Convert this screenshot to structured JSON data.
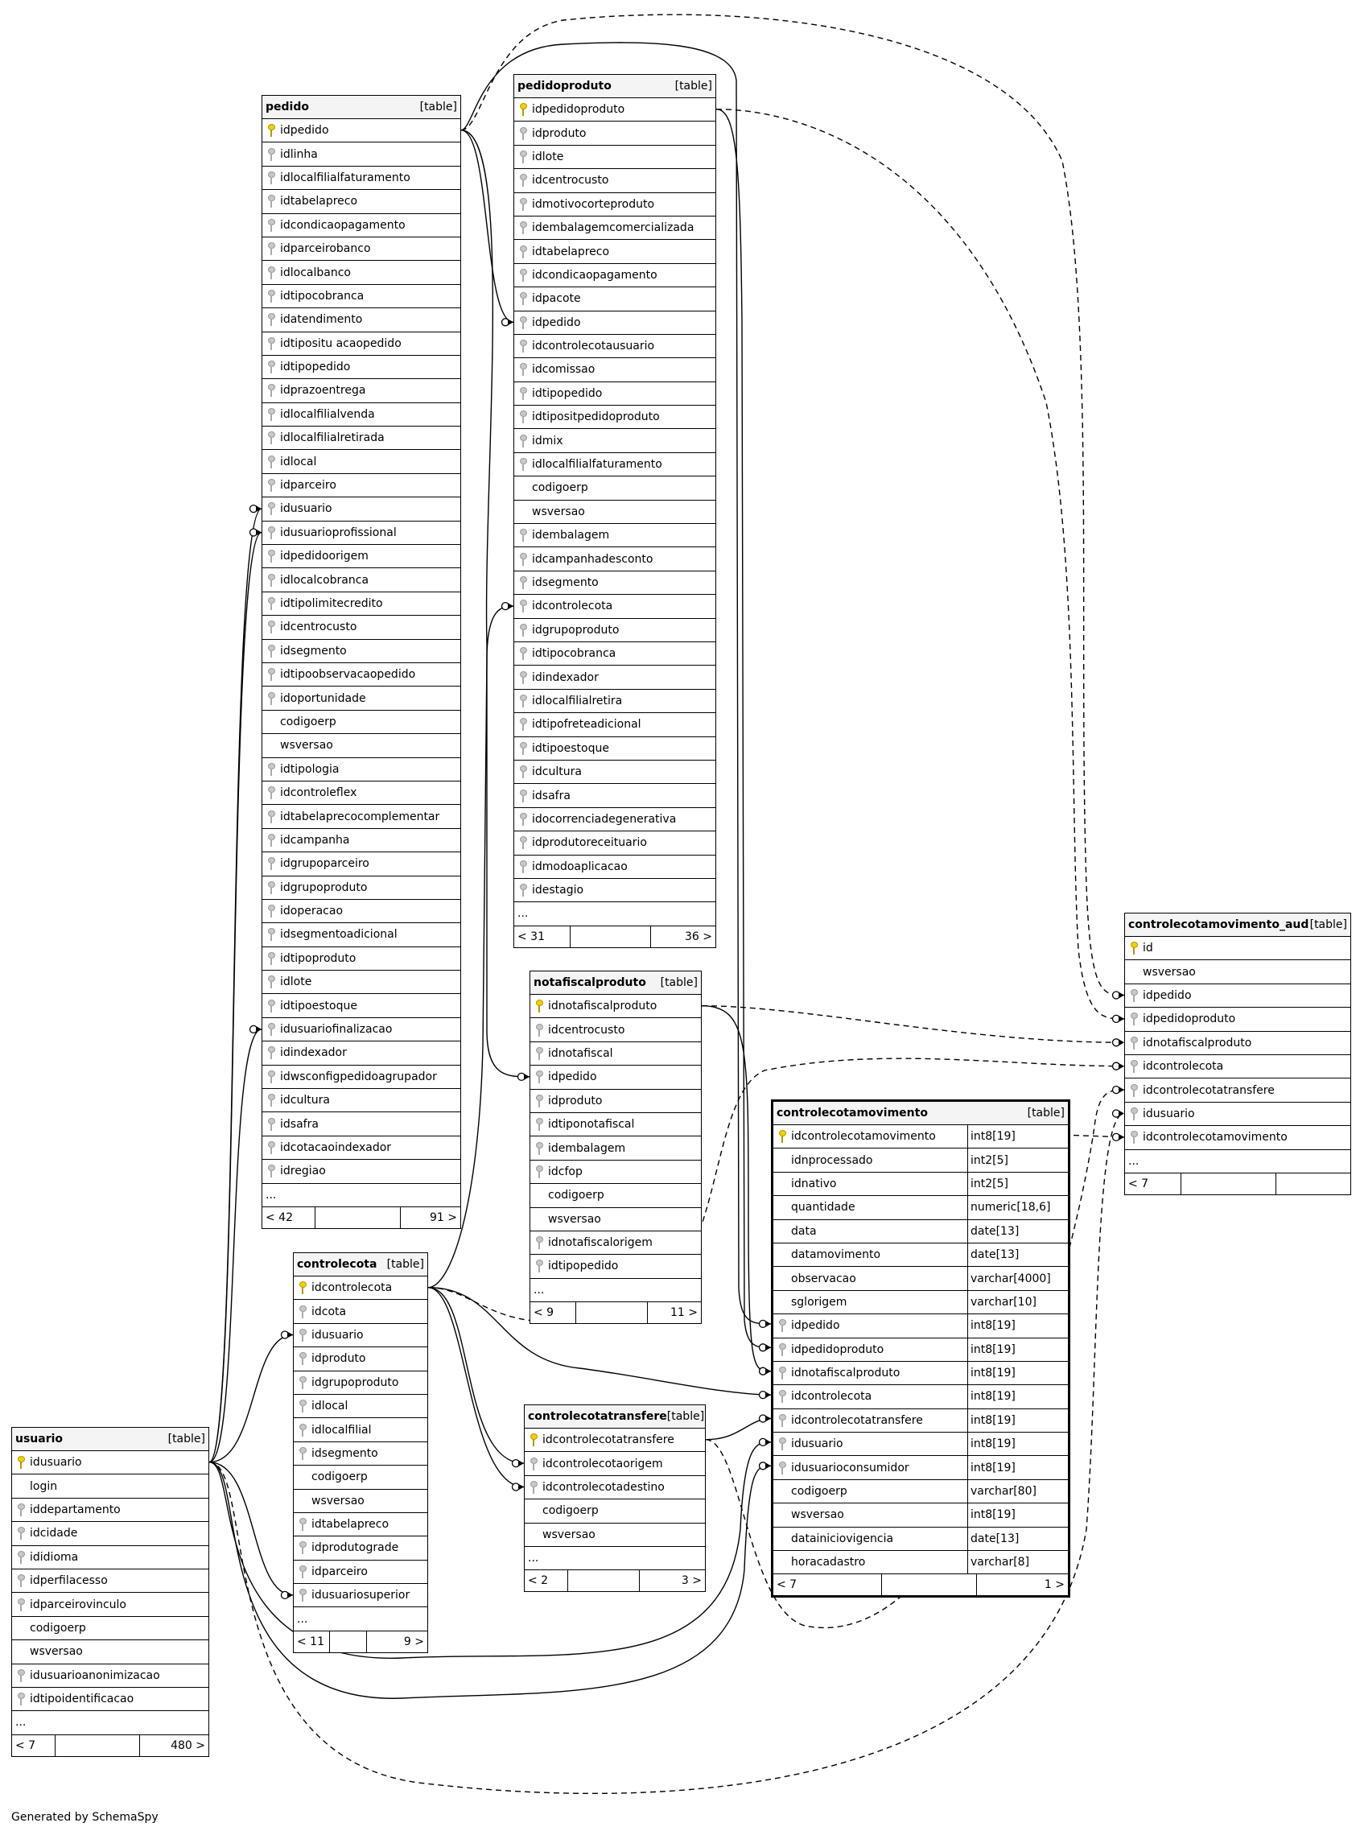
{
  "generated_by": "Generated by SchemaSpy",
  "tables": [
    {
      "name": "pedido",
      "type": "[table]",
      "focus": false,
      "columns": [
        {
          "name": "idpedido",
          "key": "pk"
        },
        {
          "name": "idlinha",
          "key": "fk"
        },
        {
          "name": "idlocalfilialfaturamento",
          "key": "fk"
        },
        {
          "name": "idtabelapreco",
          "key": "fk"
        },
        {
          "name": "idcondicaopagamento",
          "key": "fk"
        },
        {
          "name": "idparceirobanco",
          "key": "fk"
        },
        {
          "name": "idlocalbanco",
          "key": "fk"
        },
        {
          "name": "idtipocobranca",
          "key": "fk"
        },
        {
          "name": "idatendimento",
          "key": "fk"
        },
        {
          "name": "idtipositu acaopedido",
          "key": "fk"
        },
        {
          "name": "idtipopedido",
          "key": "fk"
        },
        {
          "name": "idprazoentrega",
          "key": "fk"
        },
        {
          "name": "idlocalfilialvenda",
          "key": "fk"
        },
        {
          "name": "idlocalfilialretirada",
          "key": "fk"
        },
        {
          "name": "idlocal",
          "key": "fk"
        },
        {
          "name": "idparceiro",
          "key": "fk"
        },
        {
          "name": "idusuario",
          "key": "fk"
        },
        {
          "name": "idusuarioprofissional",
          "key": "fk"
        },
        {
          "name": "idpedidoorigem",
          "key": "fk"
        },
        {
          "name": "idlocalcobranca",
          "key": "fk"
        },
        {
          "name": "idtipolimitecredito",
          "key": "fk"
        },
        {
          "name": "idcentrocusto",
          "key": "fk"
        },
        {
          "name": "idsegmento",
          "key": "fk"
        },
        {
          "name": "idtipoobservacaopedido",
          "key": "fk"
        },
        {
          "name": "idoportunidade",
          "key": "fk"
        },
        {
          "name": "codigoerp",
          "key": ""
        },
        {
          "name": "wsversao",
          "key": ""
        },
        {
          "name": "idtipologia",
          "key": "fk"
        },
        {
          "name": "idcontroleflex",
          "key": "fk"
        },
        {
          "name": "idtabelaprecocomplementar",
          "key": "fk"
        },
        {
          "name": "idcampanha",
          "key": "fk"
        },
        {
          "name": "idgrupoparceiro",
          "key": "fk"
        },
        {
          "name": "idgrupoproduto",
          "key": "fk"
        },
        {
          "name": "idoperacao",
          "key": "fk"
        },
        {
          "name": "idsegmentoadicional",
          "key": "fk"
        },
        {
          "name": "idtipoproduto",
          "key": "fk"
        },
        {
          "name": "idlote",
          "key": "fk"
        },
        {
          "name": "idtipoestoque",
          "key": "fk"
        },
        {
          "name": "idusuariofinalizacao",
          "key": "fk"
        },
        {
          "name": "idindexador",
          "key": "fk"
        },
        {
          "name": "idwsconfigpedidoagrupador",
          "key": "fk"
        },
        {
          "name": "idcultura",
          "key": "fk"
        },
        {
          "name": "idsafra",
          "key": "fk"
        },
        {
          "name": "idcotacaoindexador",
          "key": "fk"
        },
        {
          "name": "idregiao",
          "key": "fk"
        }
      ],
      "more": "...",
      "footer": {
        "left": "< 42",
        "mid": "",
        "right": "91 >"
      }
    },
    {
      "name": "pedidoproduto",
      "type": "[table]",
      "focus": false,
      "columns": [
        {
          "name": "idpedidoproduto",
          "key": "pk"
        },
        {
          "name": "idproduto",
          "key": "fk"
        },
        {
          "name": "idlote",
          "key": "fk"
        },
        {
          "name": "idcentrocusto",
          "key": "fk"
        },
        {
          "name": "idmotivocorteproduto",
          "key": "fk"
        },
        {
          "name": "idembalagemcomercializada",
          "key": "fk"
        },
        {
          "name": "idtabelapreco",
          "key": "fk"
        },
        {
          "name": "idcondicaopagamento",
          "key": "fk"
        },
        {
          "name": "idpacote",
          "key": "fk"
        },
        {
          "name": "idpedido",
          "key": "fk"
        },
        {
          "name": "idcontrolecotausuario",
          "key": "fk"
        },
        {
          "name": "idcomissao",
          "key": "fk"
        },
        {
          "name": "idtipopedido",
          "key": "fk"
        },
        {
          "name": "idtipositpedidoproduto",
          "key": "fk"
        },
        {
          "name": "idmix",
          "key": "fk"
        },
        {
          "name": "idlocalfilialfaturamento",
          "key": "fk"
        },
        {
          "name": "codigoerp",
          "key": ""
        },
        {
          "name": "wsversao",
          "key": ""
        },
        {
          "name": "idembalagem",
          "key": "fk"
        },
        {
          "name": "idcampanhadesconto",
          "key": "fk"
        },
        {
          "name": "idsegmento",
          "key": "fk"
        },
        {
          "name": "idcontrolecota",
          "key": "fk"
        },
        {
          "name": "idgrupoproduto",
          "key": "fk"
        },
        {
          "name": "idtipocobranca",
          "key": "fk"
        },
        {
          "name": "idindexador",
          "key": "fk"
        },
        {
          "name": "idlocalfilialretira",
          "key": "fk"
        },
        {
          "name": "idtipofreteadicional",
          "key": "fk"
        },
        {
          "name": "idtipoestoque",
          "key": "fk"
        },
        {
          "name": "idcultura",
          "key": "fk"
        },
        {
          "name": "idsafra",
          "key": "fk"
        },
        {
          "name": "idocorrenciadegenerativa",
          "key": "fk"
        },
        {
          "name": "idprodutoreceituario",
          "key": "fk"
        },
        {
          "name": "idmodoaplicacao",
          "key": "fk"
        },
        {
          "name": "idestagio",
          "key": "fk"
        }
      ],
      "more": "...",
      "footer": {
        "left": "< 31",
        "mid": "",
        "right": "36 >"
      }
    },
    {
      "name": "notafiscalproduto",
      "type": "[table]",
      "focus": false,
      "columns": [
        {
          "name": "idnotafiscalproduto",
          "key": "pk"
        },
        {
          "name": "idcentrocusto",
          "key": "fk"
        },
        {
          "name": "idnotafiscal",
          "key": "fk"
        },
        {
          "name": "idpedido",
          "key": "fk"
        },
        {
          "name": "idproduto",
          "key": "fk"
        },
        {
          "name": "idtiponotafiscal",
          "key": "fk"
        },
        {
          "name": "idembalagem",
          "key": "fk"
        },
        {
          "name": "idcfop",
          "key": "fk"
        },
        {
          "name": "codigoerp",
          "key": ""
        },
        {
          "name": "wsversao",
          "key": ""
        },
        {
          "name": "idnotafiscalorigem",
          "key": "fk"
        },
        {
          "name": "idtipopedido",
          "key": "fk"
        }
      ],
      "more": "...",
      "footer": {
        "left": "< 9",
        "mid": "",
        "right": "11 >"
      }
    },
    {
      "name": "controlecota",
      "type": "[table]",
      "focus": false,
      "columns": [
        {
          "name": "idcontrolecota",
          "key": "pk"
        },
        {
          "name": "idcota",
          "key": "fk"
        },
        {
          "name": "idusuario",
          "key": "fk"
        },
        {
          "name": "idproduto",
          "key": "fk"
        },
        {
          "name": "idgrupoproduto",
          "key": "fk"
        },
        {
          "name": "idlocal",
          "key": "fk"
        },
        {
          "name": "idlocalfilial",
          "key": "fk"
        },
        {
          "name": "idsegmento",
          "key": "fk"
        },
        {
          "name": "codigoerp",
          "key": ""
        },
        {
          "name": "wsversao",
          "key": ""
        },
        {
          "name": "idtabelapreco",
          "key": "fk"
        },
        {
          "name": "idprodutograde",
          "key": "fk"
        },
        {
          "name": "idparceiro",
          "key": "fk"
        },
        {
          "name": "idusuariosuperior",
          "key": "fk"
        }
      ],
      "more": "...",
      "footer": {
        "left": "< 11",
        "mid": "",
        "right": "9 >"
      }
    },
    {
      "name": "controlecotatransfere",
      "type": "[table]",
      "focus": false,
      "columns": [
        {
          "name": "idcontrolecotatransfere",
          "key": "pk"
        },
        {
          "name": "idcontrolecotaorigem",
          "key": "fk"
        },
        {
          "name": "idcontrolecotadestino",
          "key": "fk"
        },
        {
          "name": "codigoerp",
          "key": ""
        },
        {
          "name": "wsversao",
          "key": ""
        }
      ],
      "more": "...",
      "footer": {
        "left": "< 2",
        "mid": "",
        "right": "3 >"
      }
    },
    {
      "name": "controlecotamovimento",
      "type": "[table]",
      "focus": true,
      "columns": [
        {
          "name": "idcontrolecotamovimento",
          "key": "pk",
          "dtype": "int8[19]"
        },
        {
          "name": "idnprocessado",
          "key": "",
          "dtype": "int2[5]"
        },
        {
          "name": "idnativo",
          "key": "",
          "dtype": "int2[5]"
        },
        {
          "name": "quantidade",
          "key": "",
          "dtype": "numeric[18,6]"
        },
        {
          "name": "data",
          "key": "",
          "dtype": "date[13]"
        },
        {
          "name": "datamovimento",
          "key": "",
          "dtype": "date[13]"
        },
        {
          "name": "observacao",
          "key": "",
          "dtype": "varchar[4000]"
        },
        {
          "name": "sglorigem",
          "key": "",
          "dtype": "varchar[10]"
        },
        {
          "name": "idpedido",
          "key": "fk",
          "dtype": "int8[19]"
        },
        {
          "name": "idpedidoproduto",
          "key": "fk",
          "dtype": "int8[19]"
        },
        {
          "name": "idnotafiscalproduto",
          "key": "fk",
          "dtype": "int8[19]"
        },
        {
          "name": "idcontrolecota",
          "key": "fk",
          "dtype": "int8[19]"
        },
        {
          "name": "idcontrolecotatransfere",
          "key": "fk",
          "dtype": "int8[19]"
        },
        {
          "name": "idusuario",
          "key": "fk",
          "dtype": "int8[19]"
        },
        {
          "name": "idusuarioconsumidor",
          "key": "fk",
          "dtype": "int8[19]"
        },
        {
          "name": "codigoerp",
          "key": "",
          "dtype": "varchar[80]"
        },
        {
          "name": "wsversao",
          "key": "",
          "dtype": "int8[19]"
        },
        {
          "name": "datainiciovigencia",
          "key": "",
          "dtype": "date[13]"
        },
        {
          "name": "horacadastro",
          "key": "",
          "dtype": "varchar[8]"
        }
      ],
      "more": "",
      "footer": {
        "left": "< 7",
        "mid": "",
        "right": "1 >"
      }
    },
    {
      "name": "controlecotamovimento_aud",
      "type": "[table]",
      "focus": false,
      "columns": [
        {
          "name": "id",
          "key": "pk"
        },
        {
          "name": "wsversao",
          "key": ""
        },
        {
          "name": "idpedido",
          "key": "fk"
        },
        {
          "name": "idpedidoproduto",
          "key": "fk"
        },
        {
          "name": "idnotafiscalproduto",
          "key": "fk"
        },
        {
          "name": "idcontrolecota",
          "key": "fk"
        },
        {
          "name": "idcontrolecotatransfere",
          "key": "fk"
        },
        {
          "name": "idusuario",
          "key": "fk"
        },
        {
          "name": "idcontrolecotamovimento",
          "key": "fk"
        }
      ],
      "more": "...",
      "footer": {
        "left": "< 7",
        "mid": "",
        "right": ""
      }
    },
    {
      "name": "usuario",
      "type": "[table]",
      "focus": false,
      "columns": [
        {
          "name": "idusuario",
          "key": "pk"
        },
        {
          "name": "login",
          "key": ""
        },
        {
          "name": "iddepartamento",
          "key": "fk"
        },
        {
          "name": "idcidade",
          "key": "fk"
        },
        {
          "name": "ididioma",
          "key": "fk"
        },
        {
          "name": "idperfilacesso",
          "key": "fk"
        },
        {
          "name": "idparceirovinculo",
          "key": "fk"
        },
        {
          "name": "codigoerp",
          "key": ""
        },
        {
          "name": "wsversao",
          "key": ""
        },
        {
          "name": "idusuarioanonimizacao",
          "key": "fk"
        },
        {
          "name": "idtipoidentificacao",
          "key": "fk"
        }
      ],
      "more": "...",
      "footer": {
        "left": "< 7",
        "mid": "",
        "right": "480 >"
      }
    }
  ]
}
